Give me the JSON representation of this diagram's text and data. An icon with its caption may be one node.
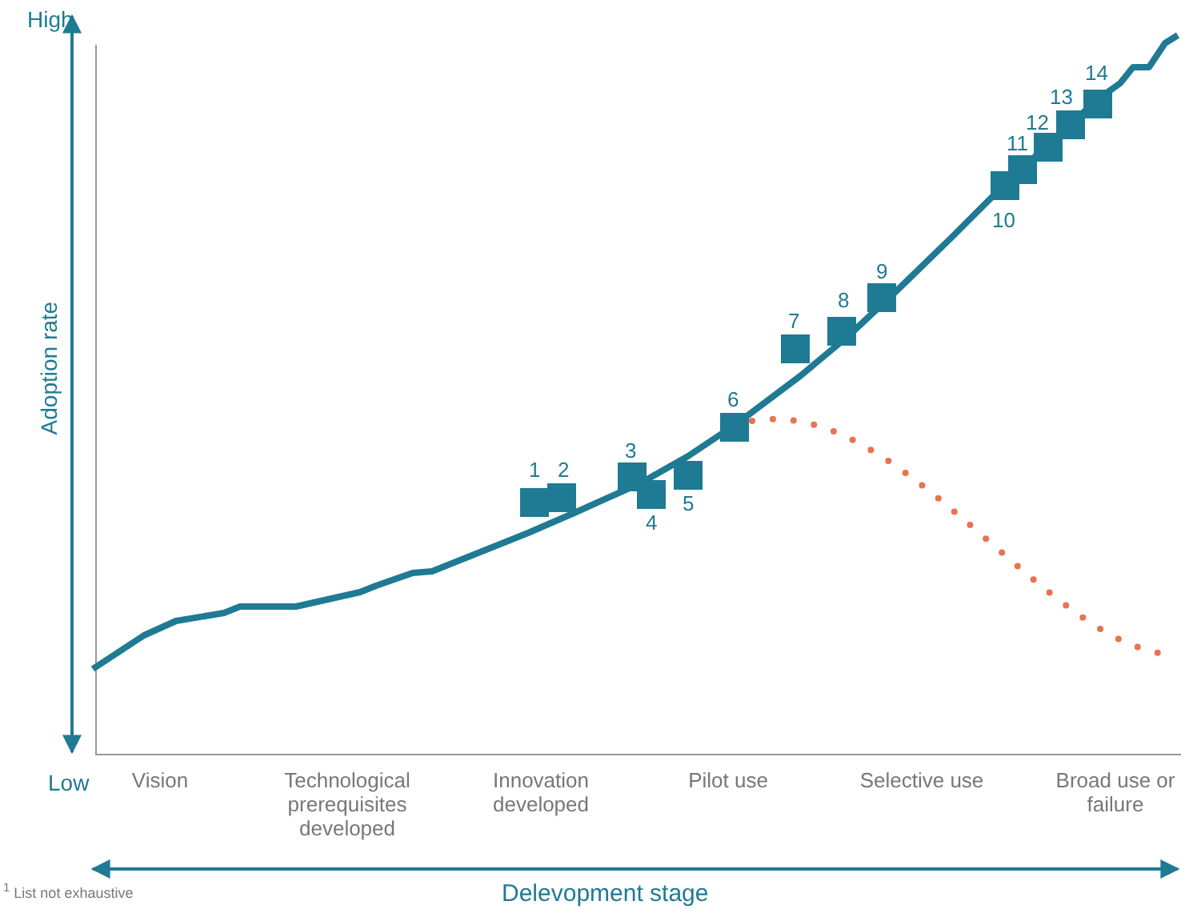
{
  "diagram": {
    "labels": [
      "High",
      "Adoption rate",
      "1",
      "2",
      "3",
      "4",
      "5",
      "6",
      "7",
      "8",
      "9",
      "10",
      "11",
      "12",
      "13",
      "14",
      "Low",
      "Vision",
      "Technological prerequisites developed",
      "Innovation developed",
      "Pilot use",
      "Selective use",
      "Broad use or failure",
      "$^{1}$ List not exhaustive",
      "Delevopment stage"
    ]
  }
}
